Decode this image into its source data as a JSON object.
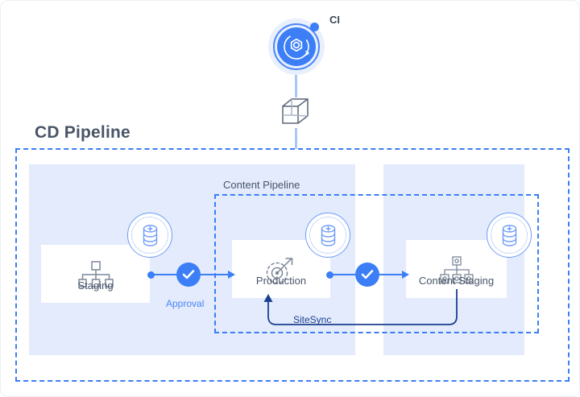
{
  "diagram": {
    "title": "CD Pipeline",
    "ci": {
      "label": "CI",
      "icon": "ci-gear-refresh-icon",
      "accent": "#3b7ef5",
      "halo": "#e8effd"
    },
    "build_artifact": {
      "icon": "cube-icon",
      "color": "#4a5568"
    },
    "content_pipeline": {
      "title": "Content Pipeline",
      "border_color": "#3b7ef5",
      "border_style": "dashed"
    },
    "panels": [
      {
        "name": "left-stage-panel",
        "fill": "#e3ebfd"
      },
      {
        "name": "right-stage-panel",
        "fill": "#e3ebfd"
      }
    ],
    "nodes": [
      {
        "id": "staging",
        "label": "Staging",
        "icon": "hierarchy-icon"
      },
      {
        "id": "production",
        "label": "Production",
        "icon": "gauge-rocket-icon"
      },
      {
        "id": "content-staging",
        "label": "Content Staging",
        "icon": "hierarchy-gear-icon"
      }
    ],
    "databases": [
      {
        "id": "db-staging",
        "icon": "database-plus-icon"
      },
      {
        "id": "db-production",
        "icon": "database-plus-icon"
      },
      {
        "id": "db-content-staging",
        "icon": "database-plus-icon"
      }
    ],
    "flows": [
      {
        "id": "approval-gate",
        "label": "Approval",
        "icon": "check-circle-icon",
        "from": "staging",
        "to": "production"
      },
      {
        "id": "promote-gate",
        "label": "",
        "icon": "check-circle-icon",
        "from": "production",
        "to": "content-staging"
      },
      {
        "id": "sitesync",
        "label": "SiteSync",
        "from": "content-staging",
        "to": "production",
        "color": "#1b3f8f"
      }
    ],
    "colors": {
      "accent_blue": "#3b7ef5",
      "light_blue": "#a9c6f7",
      "panel_fill": "#e3ebfd",
      "text_dark": "#495566",
      "text_muted": "#49556a",
      "navy": "#1b3f8f"
    }
  }
}
